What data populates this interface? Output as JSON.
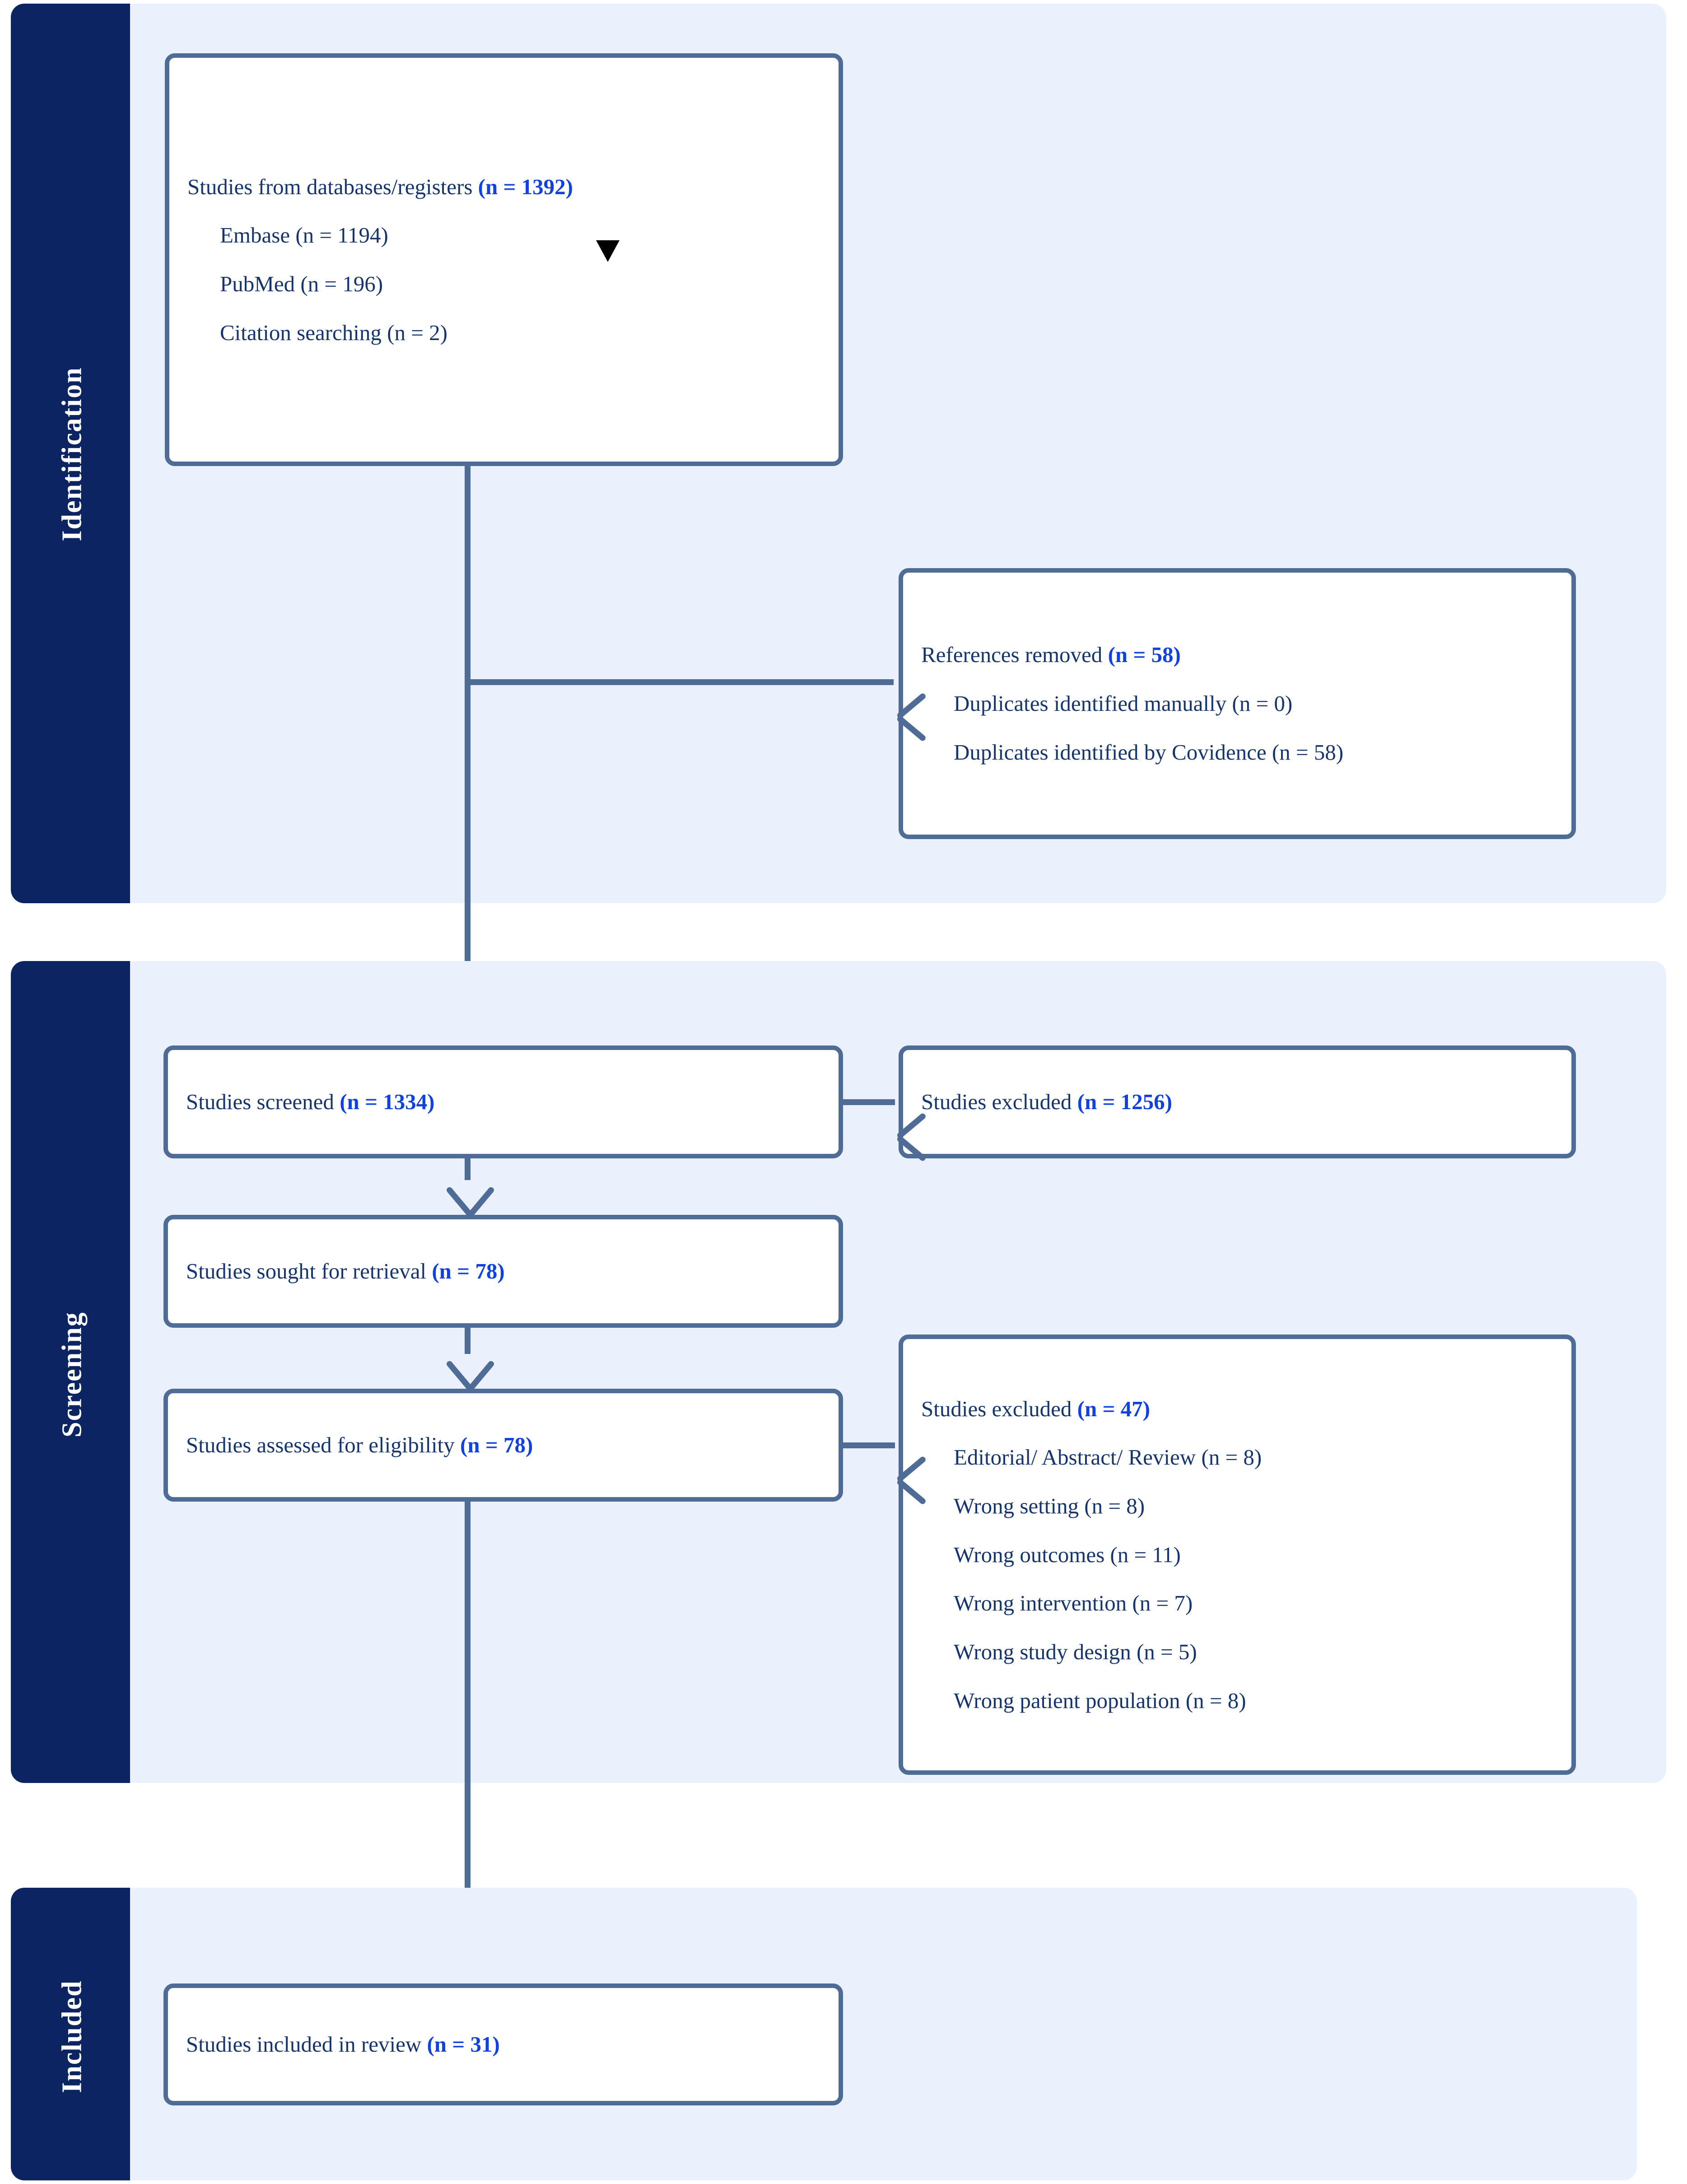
{
  "diagram": {
    "type": "prisma-flow-diagram",
    "colors": {
      "band_background": "#eaf1fc",
      "band_tab": "#0c2461",
      "box_border": "#4e6c96",
      "text": "#17356b",
      "count_highlight": "#1142e0",
      "marker": "#000000"
    },
    "phases": [
      {
        "id": "identification",
        "label": "Identification"
      },
      {
        "id": "screening",
        "label": "Screening"
      },
      {
        "id": "included",
        "label": "Included"
      }
    ],
    "nodes": {
      "records_identified": {
        "title_text": "Studies from databases/registers ",
        "title_count": "(n = 1392)",
        "sources": [
          "Embase (n = 1194)",
          "PubMed (n = 196)",
          "Citation searching (n = 2)"
        ]
      },
      "records_removed": {
        "title_text": "References removed ",
        "title_count": "(n = 58)",
        "reasons": [
          "Duplicates identified manually (n = 0)",
          "Duplicates identified by Covidence (n = 58)"
        ]
      },
      "records_screened": {
        "title_text": "Studies screened ",
        "title_count": "(n = 1334)"
      },
      "records_excluded": {
        "title_text": "Studies excluded ",
        "title_count": "(n = 1256)"
      },
      "reports_sought": {
        "title_text": "Studies sought for retrieval ",
        "title_count": "(n = 78)"
      },
      "reports_assessed": {
        "title_text": "Studies assessed for eligibility ",
        "title_count": "(n = 78)"
      },
      "reports_excluded": {
        "title_text": "Studies excluded ",
        "title_count": "(n = 47)",
        "reasons": [
          "Editorial/ Abstract/ Review (n = 8)",
          "Wrong setting (n = 8)",
          "Wrong outcomes (n = 11)",
          "Wrong intervention (n = 7)",
          "Wrong study design (n = 5)",
          "Wrong patient population (n = 8)"
        ]
      },
      "studies_included": {
        "title_text": "Studies included in review ",
        "title_count": "(n = 31)"
      }
    },
    "chart_data": {
      "type": "flow",
      "title": "PRISMA flow diagram",
      "stages": [
        {
          "stage": "Studies from databases/registers",
          "n": 1392,
          "phase": "Identification",
          "breakdown": [
            {
              "label": "Embase",
              "n": 1194
            },
            {
              "label": "PubMed",
              "n": 196
            },
            {
              "label": "Citation searching",
              "n": 2
            }
          ]
        },
        {
          "stage": "References removed",
          "n": 58,
          "phase": "Identification",
          "breakdown": [
            {
              "label": "Duplicates identified manually",
              "n": 0
            },
            {
              "label": "Duplicates identified by Covidence",
              "n": 58
            }
          ]
        },
        {
          "stage": "Studies screened",
          "n": 1334,
          "phase": "Screening"
        },
        {
          "stage": "Studies excluded",
          "n": 1256,
          "phase": "Screening"
        },
        {
          "stage": "Studies sought for retrieval",
          "n": 78,
          "phase": "Screening"
        },
        {
          "stage": "Studies assessed for eligibility",
          "n": 78,
          "phase": "Screening"
        },
        {
          "stage": "Studies excluded",
          "n": 47,
          "phase": "Screening",
          "breakdown": [
            {
              "label": "Editorial/ Abstract/ Review",
              "n": 8
            },
            {
              "label": "Wrong setting",
              "n": 8
            },
            {
              "label": "Wrong outcomes",
              "n": 11
            },
            {
              "label": "Wrong intervention",
              "n": 7
            },
            {
              "label": "Wrong study design",
              "n": 5
            },
            {
              "label": "Wrong patient population",
              "n": 8
            }
          ]
        },
        {
          "stage": "Studies included in review",
          "n": 31,
          "phase": "Included"
        }
      ]
    }
  }
}
